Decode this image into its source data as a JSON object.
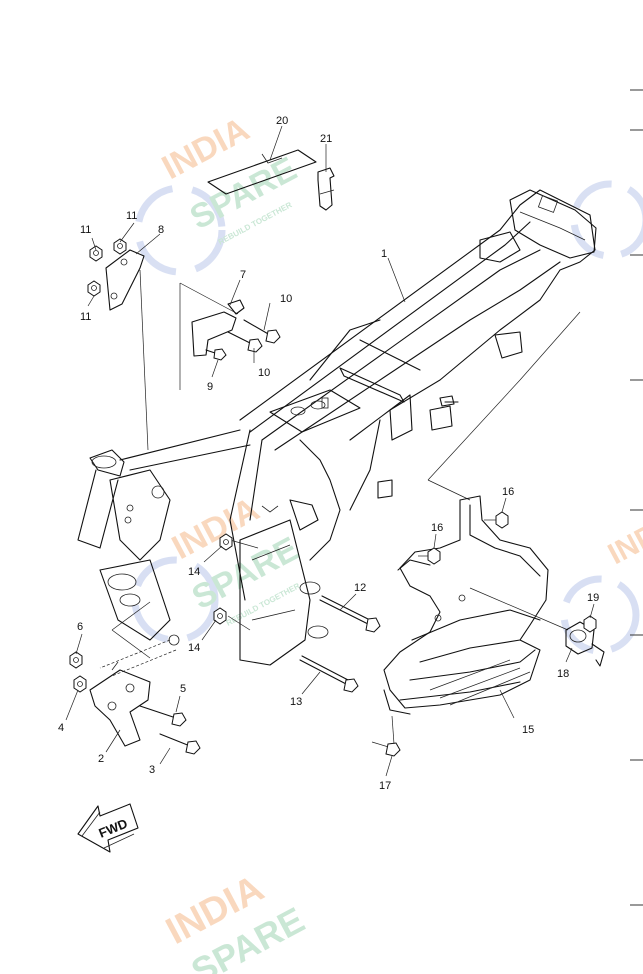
{
  "diagram": {
    "callouts": [
      {
        "label": "1"
      },
      {
        "label": "2"
      },
      {
        "label": "3"
      },
      {
        "label": "4"
      },
      {
        "label": "5"
      },
      {
        "label": "6"
      },
      {
        "label": "7"
      },
      {
        "label": "8"
      },
      {
        "label": "9"
      },
      {
        "label": "10"
      },
      {
        "label": "10"
      },
      {
        "label": "11"
      },
      {
        "label": "11"
      },
      {
        "label": "11"
      },
      {
        "label": "12"
      },
      {
        "label": "13"
      },
      {
        "label": "14"
      },
      {
        "label": "14"
      },
      {
        "label": "15"
      },
      {
        "label": "16"
      },
      {
        "label": "16"
      },
      {
        "label": "17"
      },
      {
        "label": "18"
      },
      {
        "label": "19"
      },
      {
        "label": "20"
      },
      {
        "label": "21"
      }
    ],
    "fwd_label": "FWD"
  },
  "watermark": {
    "brand_top": "INDIA",
    "brand_bottom": "SPARE",
    "tagline": "REBUILD TOGETHER",
    "colors": {
      "orange": "#f5b98a",
      "green": "#9fd4b4",
      "blue": "#b9c6ea"
    }
  }
}
